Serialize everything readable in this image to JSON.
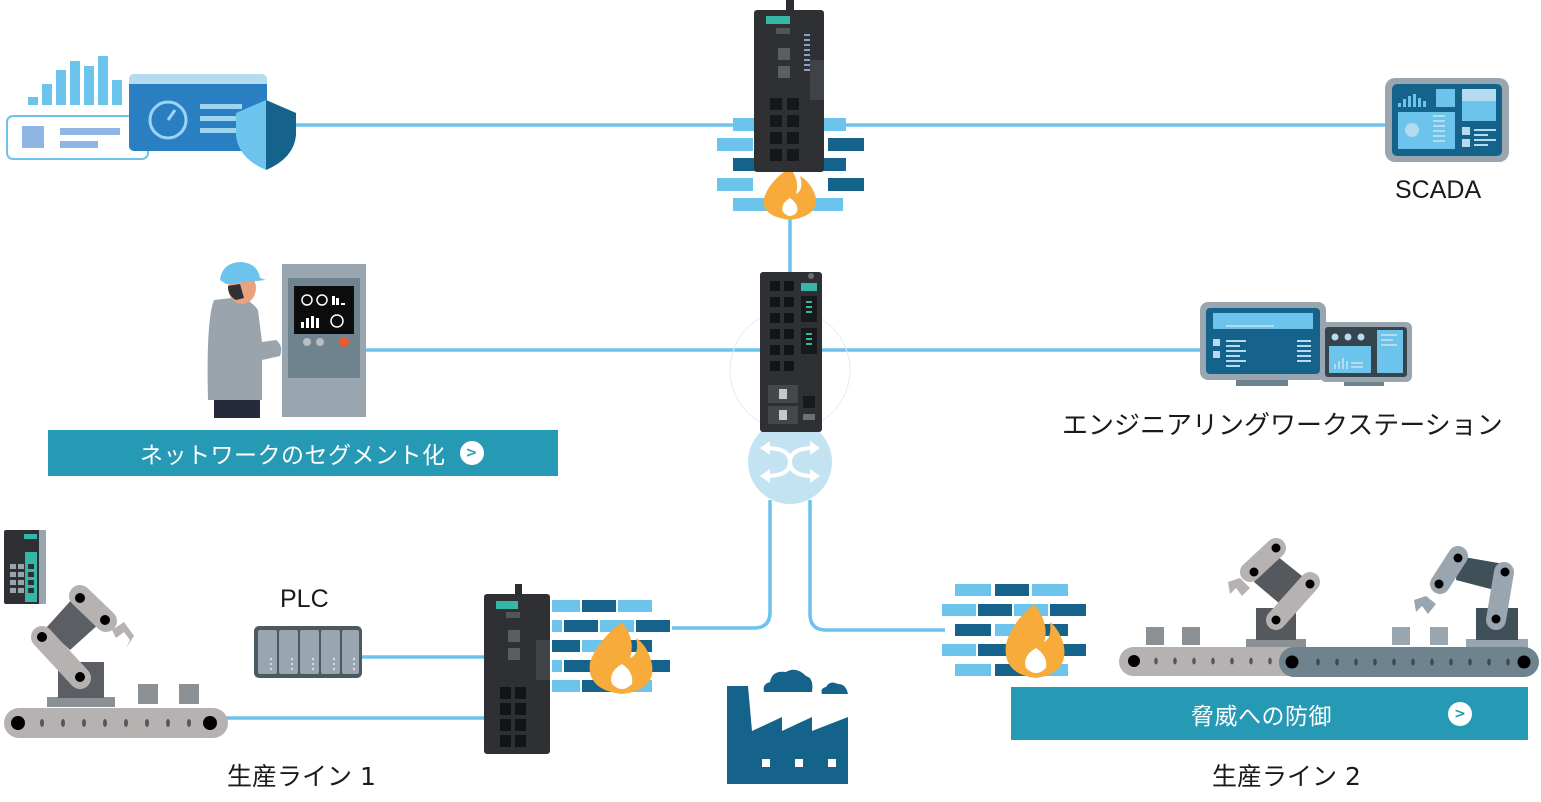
{
  "diagram": {
    "title": "Industrial network security topology",
    "colors": {
      "link": "#6cc3ec",
      "accent_teal": "#2699b4",
      "dark_blue": "#15638a",
      "light_blue": "#6cc3ec",
      "firewall_flame": "#f6ab3a",
      "device_body": "#2b2d30",
      "moxa_teal": "#35b6a6"
    },
    "nodes": {
      "dashboard": {
        "icon": "security-dashboard-icon"
      },
      "top_firewall": {
        "device": "secure-router",
        "icon": "firewall-icon"
      },
      "scada": {
        "label": "SCADA",
        "icon": "scada-tablet-icon"
      },
      "operator": {
        "icon": "operator-hmi-panel-icon"
      },
      "core_switch": {
        "device": "layer3-switch",
        "icon": "switch-crossed-arrows-icon"
      },
      "engineering_ws": {
        "label": "エンジニアリングワークステーション",
        "icon": "workstation-monitors-icon"
      },
      "plc": {
        "label": "PLC",
        "icon": "plc-rack-icon"
      },
      "line1_firewall": {
        "device": "secure-router",
        "icon": "firewall-icon"
      },
      "factory": {
        "icon": "factory-icon"
      },
      "line2_firewall": {
        "icon": "firewall-icon"
      },
      "edge_switch": {
        "icon": "ethernet-switch-icon"
      },
      "production_line_1": {
        "label": "生産ライン 1",
        "icon": "robot-arm-conveyor-icon"
      },
      "production_line_2": {
        "label": "生産ライン 2",
        "icon": "robot-arm-conveyor-icon"
      }
    },
    "buttons": {
      "segmentation": {
        "label": "ネットワークのセグメント化",
        "arrow": ">"
      },
      "threat_defense": {
        "label": "脅威への防御",
        "arrow": ">"
      }
    }
  }
}
